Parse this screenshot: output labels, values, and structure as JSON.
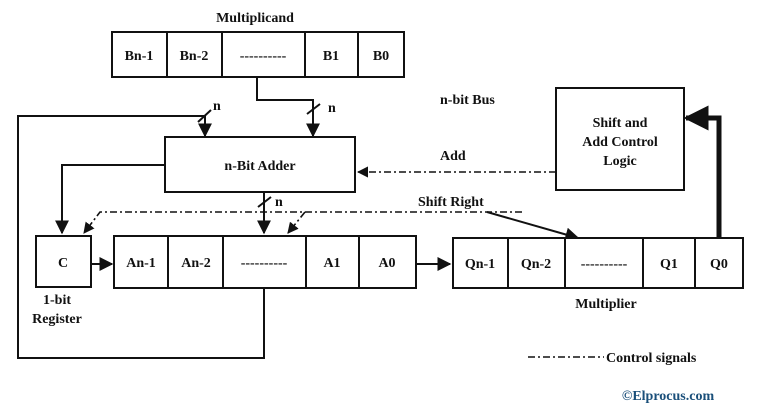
{
  "labels": {
    "multiplicand": "Multiplicand",
    "bus": "n-bit Bus",
    "add": "Add",
    "shift_right": "Shift Right",
    "multiplier": "Multiplier",
    "register_line1": "1-bit",
    "register_line2": "Register",
    "control_signals": "Control signals",
    "watermark": "©Elprocus.com",
    "bus_width_1": "n",
    "bus_width_2": "n",
    "bus_width_3": "n"
  },
  "multiplicand_cells": [
    "Bn-1",
    "Bn-2",
    "----------",
    "B1",
    "B0"
  ],
  "a_cells": [
    "An-1",
    "An-2",
    "----------",
    "A1",
    "A0"
  ],
  "q_cells": [
    "Qn-1",
    "Qn-2",
    "----------",
    "Q1",
    "Q0"
  ],
  "c_cell": "C",
  "adder": {
    "title": "n-Bit Adder"
  },
  "control_logic": {
    "line1": "Shift and",
    "line2": "Add Control",
    "line3": "Logic"
  }
}
